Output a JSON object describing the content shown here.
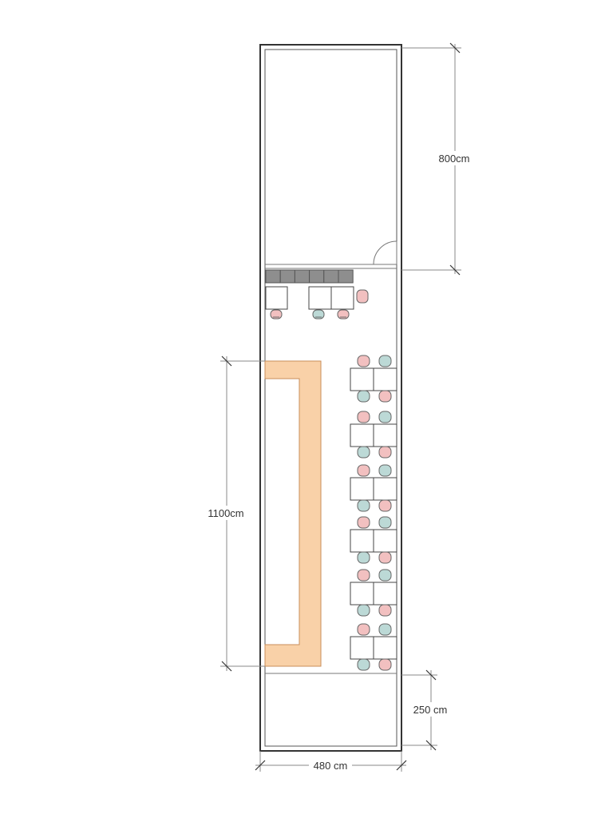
{
  "dimensions": {
    "top_depth": "800cm",
    "seating_length": "1100cm",
    "bottom_depth": "250 cm",
    "width": "480 cm"
  },
  "colors": {
    "wall": "#333333",
    "line": "#777777",
    "counter_fill": "#f9d1a8",
    "counter_stroke": "#c98e5a",
    "shelf_fill": "#8e8e8e",
    "chair_pink": "#f2c0c0",
    "chair_teal": "#bcd9d6",
    "chair_stroke": "#666666",
    "table_fill": "#ffffff"
  },
  "seating": {
    "chair_colors": [
      "pink",
      "teal",
      "pink",
      "teal",
      "pink",
      "teal",
      "pink",
      "teal",
      "pink",
      "teal",
      "pink",
      "teal"
    ]
  }
}
